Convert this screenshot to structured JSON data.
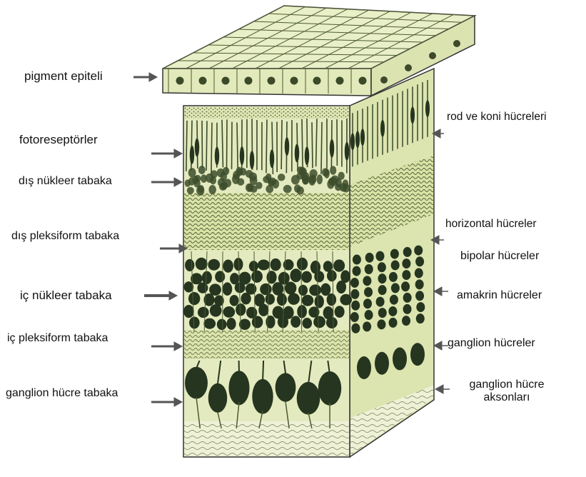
{
  "colors": {
    "tissue_light": "#e6ecc4",
    "tissue_mid": "#c7d08e",
    "tissue_dark": "#26351f",
    "ink": "#111111",
    "arrow": "#555555"
  },
  "labels_left": {
    "pigment_epithelium": "pigment epiteli",
    "photoreceptors": "fotoreseptörler",
    "outer_nuclear_layer": "dış nükleer tabaka",
    "outer_plexiform_layer": "dış pleksiform tabaka",
    "inner_nuclear_layer": "iç nükleer tabaka",
    "inner_plexiform_layer": "iç pleksiform tabaka",
    "ganglion_cell_layer": "ganglion hücre tabaka"
  },
  "labels_right": {
    "rods_and_cones": "rod ve koni hücreleri",
    "horizontal_cells": "horizontal hücreler",
    "bipolar_cells": "bipolar hücreler",
    "amacrine_cells": "amakrin hücreler",
    "ganglion_cells": "ganglion hücreler",
    "ganglion_axons_line1": "ganglion hücre",
    "ganglion_axons_line2": "aksonları"
  }
}
